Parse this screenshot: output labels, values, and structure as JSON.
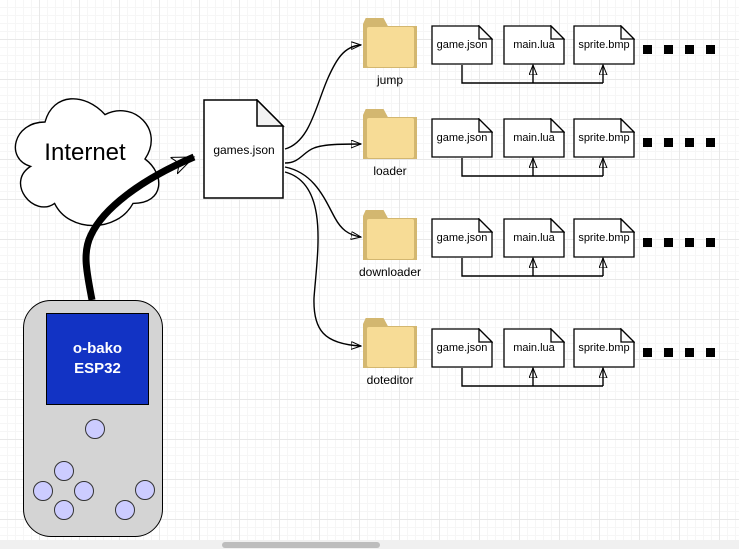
{
  "cloud": {
    "label": "Internet"
  },
  "device": {
    "name": "o-bako ESP32",
    "screen_lines": [
      "o-bako",
      "ESP32"
    ]
  },
  "hub": {
    "label": "games.json"
  },
  "groups": [
    {
      "folder": "jump",
      "files": [
        "game.json",
        "main.lua",
        "sprite.bmp"
      ]
    },
    {
      "folder": "loader",
      "files": [
        "game.json",
        "main.lua",
        "sprite.bmp"
      ]
    },
    {
      "folder": "downloader",
      "files": [
        "game.json",
        "main.lua",
        "sprite.bmp"
      ]
    },
    {
      "folder": "doteditor",
      "files": [
        "game.json",
        "main.lua",
        "sprite.bmp"
      ]
    }
  ],
  "ellipsis_dot_count": 4,
  "colors": {
    "folder_front": "#f7dc96",
    "folder_back": "#d3b770",
    "screen_blue": "#1233c4",
    "button_fill": "#ccccff",
    "device_body": "#d4d4d4",
    "fold_shade": "#f2f2f2"
  }
}
